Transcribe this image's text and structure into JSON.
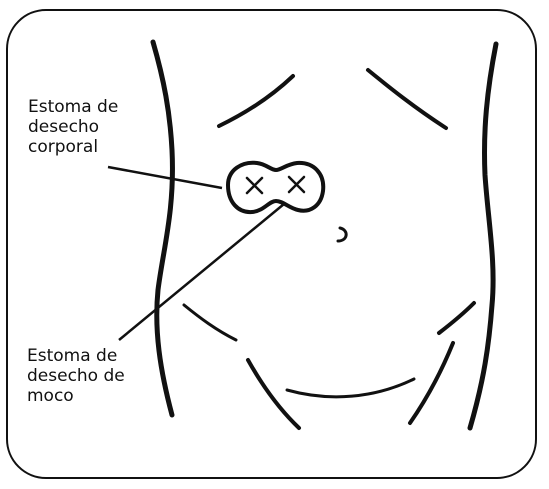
{
  "labels": {
    "body_waste_stoma": [
      "Estoma de",
      "desecho",
      "corporal"
    ],
    "mucus_stoma": [
      "Estoma de",
      "desecho de",
      "moco"
    ]
  },
  "colors": {
    "ink": "#111111",
    "background": "#ffffff"
  }
}
